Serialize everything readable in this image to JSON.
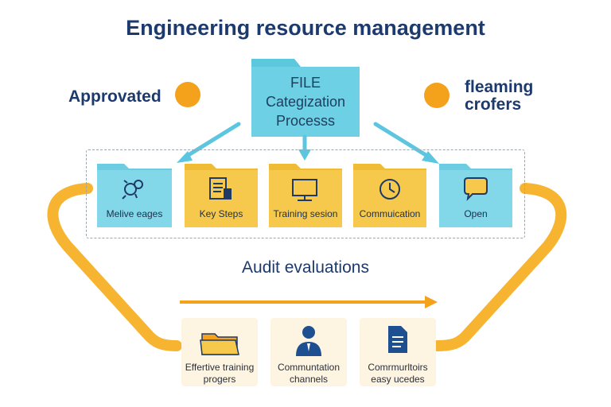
{
  "title": "Engineering resource management",
  "left_label": "Approvated",
  "right_label": [
    "fleaming",
    "crofers"
  ],
  "process_box": [
    "FILE",
    "Categization",
    "Processs"
  ],
  "folders": [
    {
      "label": "Melive eages",
      "color": "#78d3e6",
      "icon": "gears-icon"
    },
    {
      "label": "Key Steps",
      "color": "#f5c74a",
      "icon": "document-icon"
    },
    {
      "label": "Training sesion",
      "color": "#f5c74a",
      "icon": "monitor-icon"
    },
    {
      "label": "Commuication",
      "color": "#f5c74a",
      "icon": "clock-icon"
    },
    {
      "label": "Open",
      "color": "#78d3e6",
      "icon": "speech-bubble-icon"
    }
  ],
  "section_label": "Audit evaluations",
  "cards": [
    {
      "label": [
        "Effertive training",
        "progers"
      ],
      "icon": "folder-icon"
    },
    {
      "label": [
        "Communtation",
        "channels"
      ],
      "icon": "person-icon"
    },
    {
      "label": [
        "Comrmurltoirs",
        "easy ucedes"
      ],
      "icon": "document-icon"
    }
  ],
  "colors": {
    "title": "#1d3a6e",
    "accent_orange": "#f4a11c",
    "folder_blue": "#78d3e6",
    "folder_yellow": "#f5c74a",
    "arrow_blue": "#5cc6e0",
    "card_bg": "#fdf5e2"
  }
}
